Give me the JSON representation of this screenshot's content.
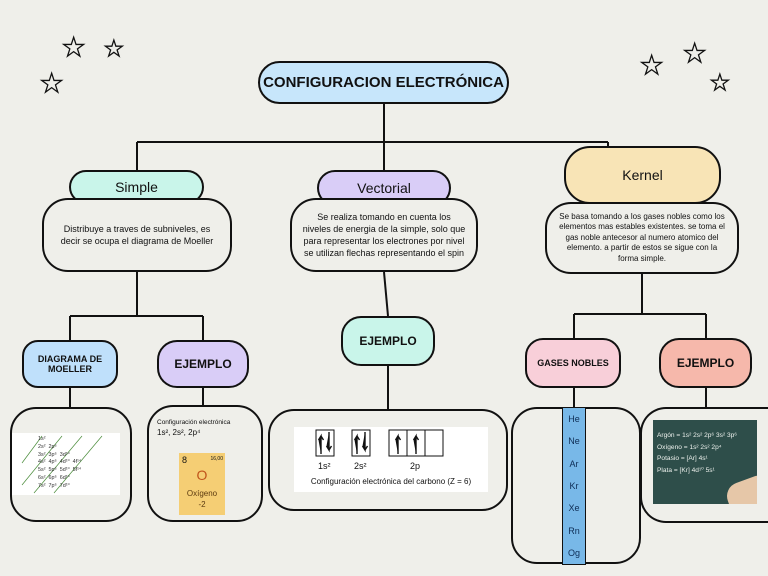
{
  "title": "CONFIGURACION ELECTRÓNICA",
  "branches": {
    "simple": {
      "label": "Simple",
      "description": "Distribuye a traves de subniveles, es decir se ocupa el diagrama de Moeller",
      "children": {
        "diagram_label": "DIAGRAMA DE MOELLER",
        "example_label": "EJEMPLO"
      },
      "moeller_rows": [
        "1s²",
        "2s²  2p⁶",
        "3s²  3p⁶  3d¹⁰",
        "4s²  4p⁶  4d¹⁰  4f¹⁴",
        "5s²  5p⁶  5d¹⁰  5f¹⁴",
        "6s²  6p⁶  6d¹⁰",
        "7s²  7p⁶  7d¹⁰"
      ],
      "example_card": {
        "heading": "Configuración electrónica",
        "config": "1s², 2s², 2p⁴",
        "atomic_number": "8",
        "mass": "16,00",
        "symbol": "O",
        "name": "Oxígeno",
        "charge": "-2"
      }
    },
    "vectorial": {
      "label": "Vectorial",
      "description": "Se realiza tomando en cuenta los niveles de energia de la simple, solo que para representar los electrones por nivel se utilizan flechas representando el spin",
      "example_label": "EJEMPLO",
      "orbital_labels": [
        "1s²",
        "2s²",
        "2p"
      ],
      "caption": "Configuración electrónica del carbono (Z = 6)"
    },
    "kernel": {
      "label": "Kernel",
      "description": "Se basa tomando a los gases nobles como los elementos mas estables existentes. se toma el gas noble antecesor al numero atomico del elemento. a partir de estos se sigue con la forma simple.",
      "children": {
        "noble_label": "GASES NOBLES",
        "example_label": "EJEMPLO"
      },
      "noble_gases": [
        "He",
        "Ne",
        "Ar",
        "Kr",
        "Xe",
        "Rn",
        "Og"
      ],
      "board_lines": [
        "Argón = 1s² 2s² 2p⁶ 3s² 3p⁶",
        "Oxígeno = 1s² 2s² 2p⁴",
        "Potasio = [Ar] 4s¹",
        "Plata = [Kr] 4d¹⁰ 5s¹"
      ]
    }
  },
  "colors": {
    "title": "#c7e6fb",
    "simple": "#c9f5ea",
    "vectorial": "#d9cdf7",
    "kernel": "#f8e4b6",
    "moeller": "#bfe0fb",
    "simple_example": "#d9cdf7",
    "vectorial_example": "#c9f5ea",
    "noble": "#f8cfd9",
    "kernel_example": "#f6b8ab"
  }
}
